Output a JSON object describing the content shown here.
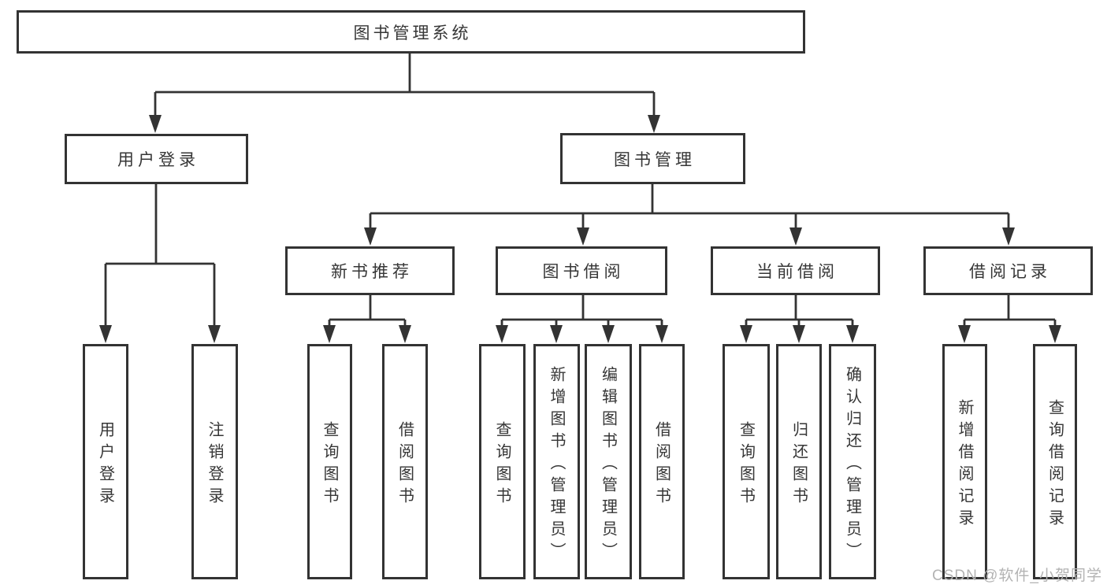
{
  "colors": {
    "line": "#333333",
    "box_border": "#333333",
    "text": "#363636",
    "background": "#ffffff",
    "watermark": "#b3b3b3"
  },
  "tree": {
    "root": {
      "label": "图书管理系统"
    },
    "user_login": {
      "label": "用户登录",
      "children": [
        {
          "label": "用户登录"
        },
        {
          "label": "注销登录"
        }
      ]
    },
    "book_mgmt": {
      "label": "图书管理",
      "children": [
        {
          "label": "新书推荐",
          "children": [
            {
              "label": "查询图书"
            },
            {
              "label": "借阅图书"
            }
          ]
        },
        {
          "label": "图书借阅",
          "children": [
            {
              "label": "查询图书"
            },
            {
              "label": "新增图书（管理员）"
            },
            {
              "label": "编辑图书（管理员）"
            },
            {
              "label": "借阅图书"
            }
          ]
        },
        {
          "label": "当前借阅",
          "children": [
            {
              "label": "查询图书"
            },
            {
              "label": "归还图书"
            },
            {
              "label": "确认归还（管理员）"
            }
          ]
        },
        {
          "label": "借阅记录",
          "children": [
            {
              "label": "新增借阅记录"
            },
            {
              "label": "查询借阅记录"
            }
          ]
        }
      ]
    }
  },
  "watermark": {
    "text": "CSDN @软件_小贺同学"
  }
}
